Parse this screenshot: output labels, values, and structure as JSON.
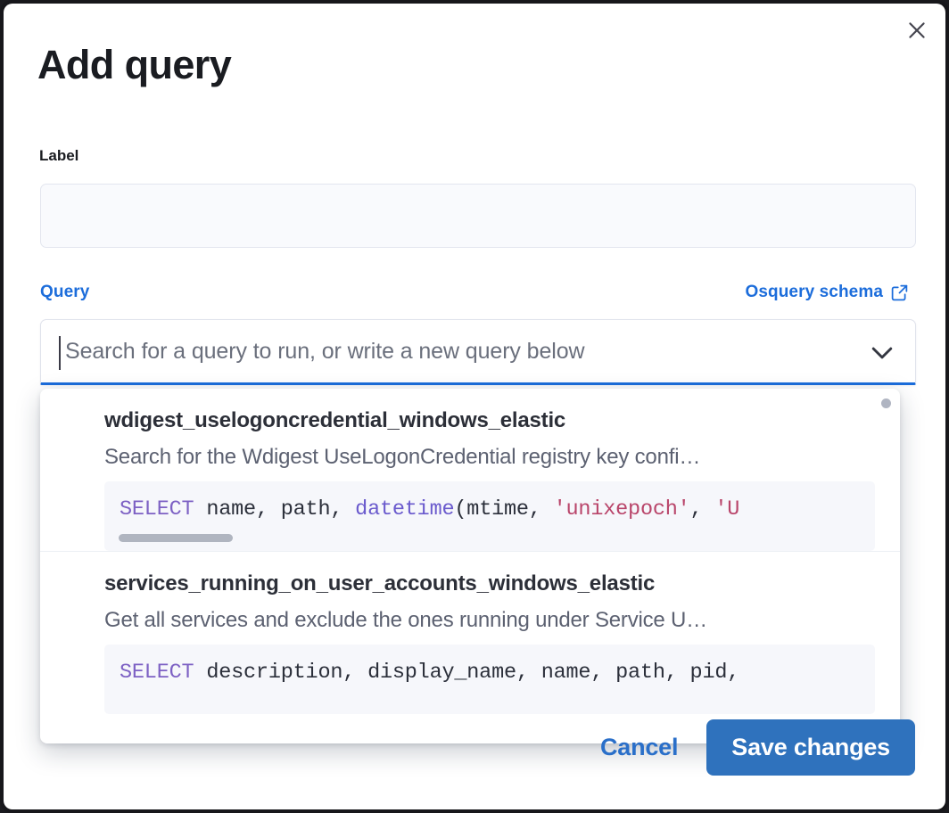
{
  "modal": {
    "title": "Add query",
    "close_icon": "close-icon"
  },
  "label_field": {
    "label": "Label",
    "value": "",
    "placeholder": ""
  },
  "query_section": {
    "label": "Query",
    "schema_link_text": "Osquery schema",
    "schema_link_icon": "external-link-icon",
    "combobox": {
      "value": "",
      "placeholder": "Search for a query to run, or write a new query below",
      "chevron_icon": "chevron-down-icon"
    }
  },
  "dropdown": {
    "options": [
      {
        "title": "wdigest_uselogoncredential_windows_elastic",
        "description": "Search for the Wdigest UseLogonCredential registry key confi…",
        "code_tokens": [
          {
            "t": "SELECT",
            "c": "kw"
          },
          {
            "t": " name",
            "c": "pn"
          },
          {
            "t": ", ",
            "c": "pn"
          },
          {
            "t": "path",
            "c": "pn"
          },
          {
            "t": ", ",
            "c": "pn"
          },
          {
            "t": "datetime",
            "c": "fn"
          },
          {
            "t": "(",
            "c": "pn"
          },
          {
            "t": "mtime",
            "c": "pn"
          },
          {
            "t": ", ",
            "c": "pn"
          },
          {
            "t": "'unixepoch'",
            "c": "str"
          },
          {
            "t": ", ",
            "c": "pn"
          },
          {
            "t": "'U",
            "c": "str"
          }
        ],
        "has_hscroll": true
      },
      {
        "title": "services_running_on_user_accounts_windows_elastic",
        "description": "Get all services and exclude the ones running under Service U…",
        "code_tokens": [
          {
            "t": "SELECT",
            "c": "kw"
          },
          {
            "t": " description",
            "c": "pn"
          },
          {
            "t": ", ",
            "c": "pn"
          },
          {
            "t": "display_name",
            "c": "pn"
          },
          {
            "t": ", ",
            "c": "pn"
          },
          {
            "t": "name",
            "c": "pn"
          },
          {
            "t": ", ",
            "c": "pn"
          },
          {
            "t": "path",
            "c": "pn"
          },
          {
            "t": ", ",
            "c": "pn"
          },
          {
            "t": "pid",
            "c": "pn"
          },
          {
            "t": ",",
            "c": "pn"
          }
        ],
        "has_hscroll": false
      }
    ]
  },
  "footer": {
    "cancel_label": "Cancel",
    "save_label": "Save changes"
  },
  "colors": {
    "accent": "#1c6ddb",
    "primary_button": "#2f72bd",
    "link": "#2a6fc9",
    "code_bg": "#f6f7fb",
    "field_bg": "#f9fafd"
  }
}
